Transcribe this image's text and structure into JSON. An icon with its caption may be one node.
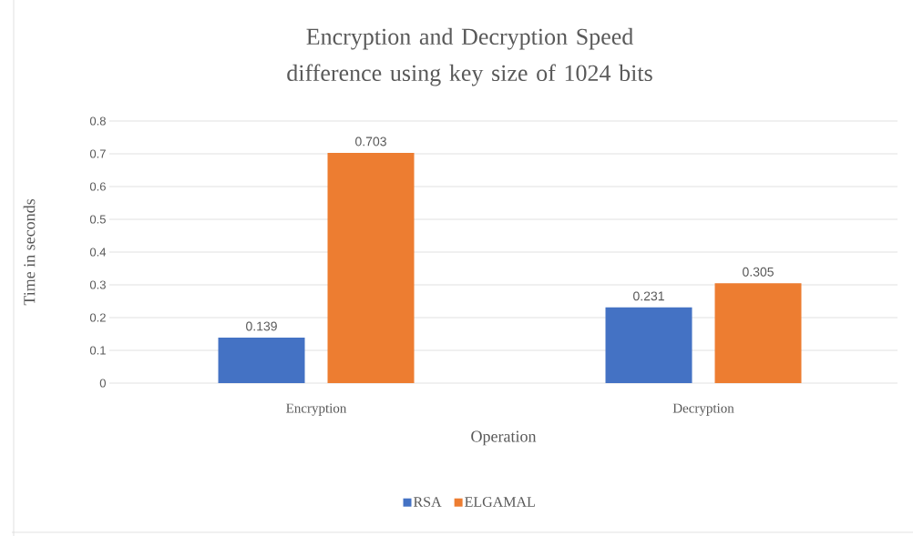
{
  "diagram": {
    "chart_data": {
      "type": "bar",
      "title": "Encryption and Decryption Speed difference using key size of 1024 bits",
      "xlabel": "Operation",
      "ylabel": "Time in seconds",
      "categories": [
        "Encryption",
        "Decryption"
      ],
      "series": [
        {
          "name": "RSA",
          "color": "#4472c4",
          "values": [
            0.139,
            0.231
          ]
        },
        {
          "name": "ELGAMAL",
          "color": "#ed7d31",
          "values": [
            0.703,
            0.305
          ]
        }
      ],
      "ylim": [
        0,
        0.8
      ],
      "grid": "major",
      "legend": "bottom",
      "yticks": [
        0,
        0.1,
        0.2,
        0.3,
        0.4,
        0.5,
        0.6,
        0.7,
        0.8
      ],
      "data_labels": true
    }
  }
}
